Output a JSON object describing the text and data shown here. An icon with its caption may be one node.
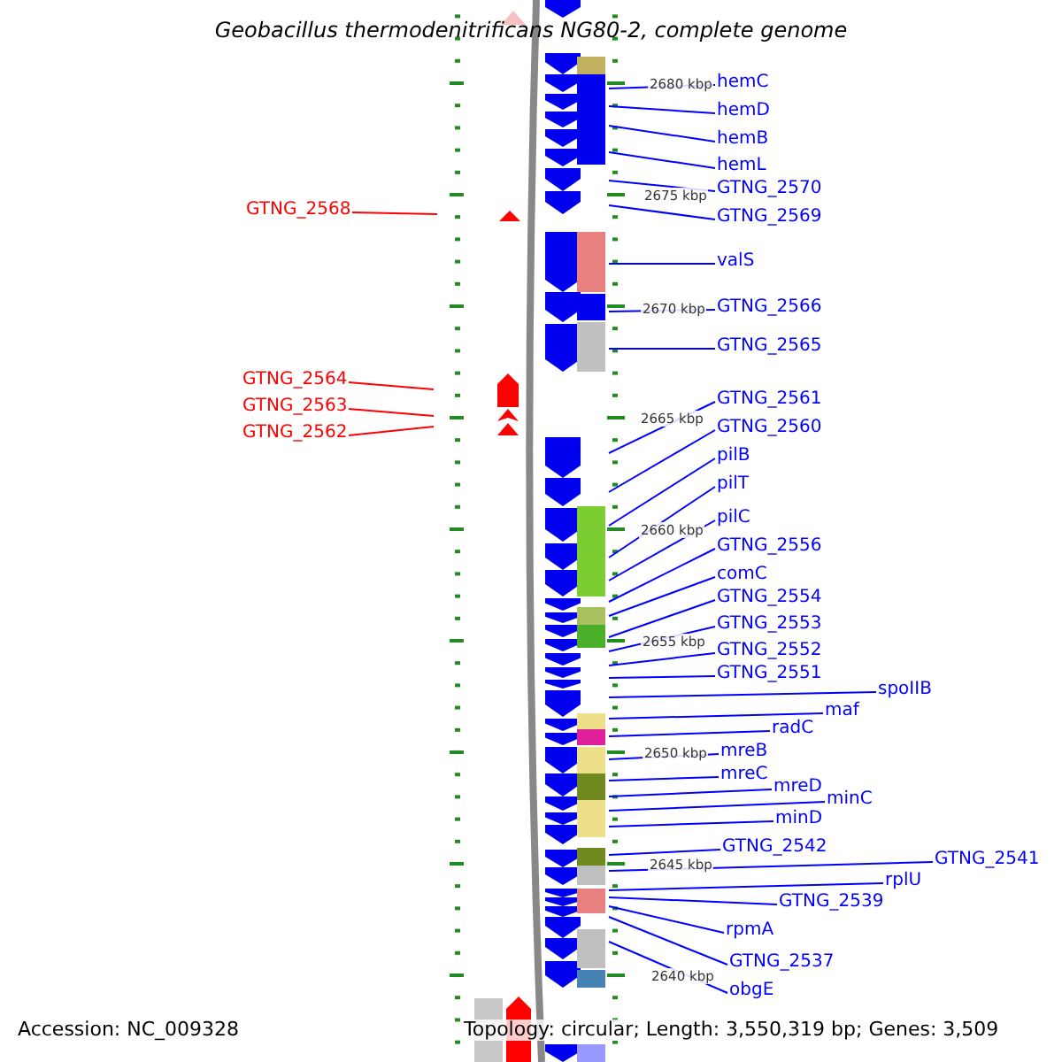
{
  "diagram": {
    "title": "Geobacillus thermodenitrificans NG80-2, complete genome",
    "nodes": [
      {
        "text": [
          "GTNG_2568"
        ]
      },
      {
        "text": [
          "GTNG_2564"
        ]
      },
      {
        "text": [
          "GTNG_2563"
        ]
      },
      {
        "text": [
          "GTNG_2562"
        ]
      },
      {
        "text": [
          "hemC"
        ]
      },
      {
        "text": [
          "hemD"
        ]
      },
      {
        "text": [
          "hemB"
        ]
      },
      {
        "text": [
          "hemL"
        ]
      },
      {
        "text": [
          "GTNG_2570"
        ]
      },
      {
        "text": [
          "GTNG_2569"
        ]
      },
      {
        "text": [
          "valS"
        ]
      },
      {
        "text": [
          "GTNG_2566"
        ]
      },
      {
        "text": [
          "GTNG_2565"
        ]
      },
      {
        "text": [
          "GTNG_2561"
        ]
      },
      {
        "text": [
          "GTNG_2560"
        ]
      },
      {
        "text": [
          "pilB"
        ]
      },
      {
        "text": [
          "pilT"
        ]
      },
      {
        "text": [
          "pilC"
        ]
      },
      {
        "text": [
          "GTNG_2556"
        ]
      },
      {
        "text": [
          "comC"
        ]
      },
      {
        "text": [
          "GTNG_2554"
        ]
      },
      {
        "text": [
          "GTNG_2553"
        ]
      },
      {
        "text": [
          "GTNG_2552"
        ]
      },
      {
        "text": [
          "GTNG_2551"
        ]
      },
      {
        "text": [
          "spoIIB"
        ]
      },
      {
        "text": [
          "maf"
        ]
      },
      {
        "text": [
          "radC"
        ]
      },
      {
        "text": [
          "mreB"
        ]
      },
      {
        "text": [
          "mreC"
        ]
      },
      {
        "text": [
          "mreD"
        ]
      },
      {
        "text": [
          "minC"
        ]
      },
      {
        "text": [
          "minD"
        ]
      },
      {
        "text": [
          "GTNG_2542"
        ]
      },
      {
        "text": [
          "GTNG_2541"
        ]
      },
      {
        "text": [
          "rplU"
        ]
      },
      {
        "text": [
          "GTNG_2539"
        ]
      },
      {
        "text": [
          "rpmA"
        ]
      },
      {
        "text": [
          "GTNG_2537"
        ]
      },
      {
        "text": [
          "obgE"
        ]
      }
    ],
    "edges": [
      {
        "from": 0,
        "to": null,
        "arrow": "none",
        "color": "#ff0000"
      },
      {
        "from": 1,
        "to": null,
        "arrow": "none",
        "color": "#ff0000"
      },
      {
        "from": 2,
        "to": null,
        "arrow": "none",
        "color": "#ff0000"
      },
      {
        "from": 3,
        "to": null,
        "arrow": "none",
        "color": "#ff0000"
      },
      {
        "from": 4,
        "to": null,
        "arrow": "none"
      },
      {
        "from": 5,
        "to": null,
        "arrow": "none"
      },
      {
        "from": 6,
        "to": null,
        "arrow": "none"
      },
      {
        "from": 7,
        "to": null,
        "arrow": "none"
      },
      {
        "from": 8,
        "to": null,
        "arrow": "none"
      },
      {
        "from": 9,
        "to": null,
        "arrow": "none"
      },
      {
        "from": 10,
        "to": null,
        "arrow": "none"
      },
      {
        "from": 11,
        "to": null,
        "arrow": "none"
      },
      {
        "from": 12,
        "to": null,
        "arrow": "none"
      },
      {
        "from": 13,
        "to": null,
        "arrow": "none"
      },
      {
        "from": 14,
        "to": null,
        "arrow": "none"
      },
      {
        "from": 15,
        "to": null,
        "arrow": "none"
      },
      {
        "from": 16,
        "to": null,
        "arrow": "none"
      },
      {
        "from": 17,
        "to": null,
        "arrow": "none"
      },
      {
        "from": 18,
        "to": null,
        "arrow": "none"
      },
      {
        "from": 19,
        "to": null,
        "arrow": "none"
      },
      {
        "from": 20,
        "to": null,
        "arrow": "none"
      },
      {
        "from": 21,
        "to": null,
        "arrow": "none"
      },
      {
        "from": 22,
        "to": null,
        "arrow": "none"
      },
      {
        "from": 23,
        "to": null,
        "arrow": "none"
      },
      {
        "from": 24,
        "to": null,
        "arrow": "none"
      },
      {
        "from": 25,
        "to": null,
        "arrow": "none"
      },
      {
        "from": 26,
        "to": null,
        "arrow": "none"
      },
      {
        "from": 27,
        "to": null,
        "arrow": "none"
      },
      {
        "from": 28,
        "to": null,
        "arrow": "none"
      },
      {
        "from": 29,
        "to": null,
        "arrow": "none"
      },
      {
        "from": 30,
        "to": null,
        "arrow": "none"
      },
      {
        "from": 31,
        "to": null,
        "arrow": "none"
      },
      {
        "from": 32,
        "to": null,
        "arrow": "none"
      },
      {
        "from": 33,
        "to": null,
        "arrow": "none"
      },
      {
        "from": 34,
        "to": null,
        "arrow": "none"
      },
      {
        "from": 35,
        "to": null,
        "arrow": "none"
      },
      {
        "from": 36,
        "to": null,
        "arrow": "none"
      },
      {
        "from": 37,
        "to": null,
        "arrow": "none"
      },
      {
        "from": 38,
        "to": null,
        "arrow": "none"
      }
    ],
    "labels": [
      "2680 kbp",
      "2675 kbp",
      "2670 kbp",
      "2665 kbp",
      "2660 kbp",
      "2655 kbp",
      "2650 kbp",
      "2645 kbp",
      "2640 kbp",
      "Accession: NC_009328",
      "Topology: circular; Length: 3,550,319 bp; Genes: 3,509"
    ]
  }
}
